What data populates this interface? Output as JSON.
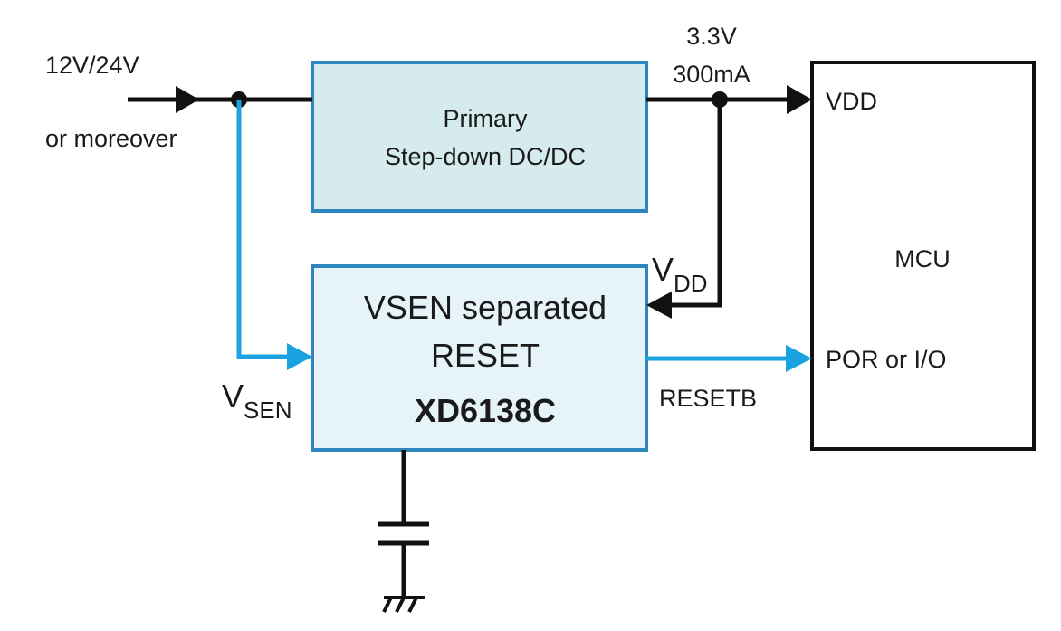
{
  "input": {
    "voltage_label": "12V/24V",
    "note_label": "or moreover"
  },
  "output": {
    "voltage_label": "3.3V",
    "current_label": "300mA"
  },
  "primary_block": {
    "line1": "Primary",
    "line2": "Step-down DC/DC"
  },
  "reset_block": {
    "line1": "VSEN separated",
    "line2": "RESET",
    "part_number": "XD6138C"
  },
  "mcu": {
    "title": "MCU",
    "pin_vdd": "VDD",
    "pin_por": "POR or I/O"
  },
  "pin_labels": {
    "vdd_main": "V",
    "vdd_sub": "DD",
    "vsen_main": "V",
    "vsen_sub": "SEN",
    "resetb": "RESETB"
  },
  "colors": {
    "wire_black": "#111111",
    "wire_blue": "#1aa3e0",
    "box_border": "#2e86c1",
    "primary_fill": "#d5ebee",
    "reset_fill": "#e6f4fa",
    "mcu_border": "#111111"
  }
}
